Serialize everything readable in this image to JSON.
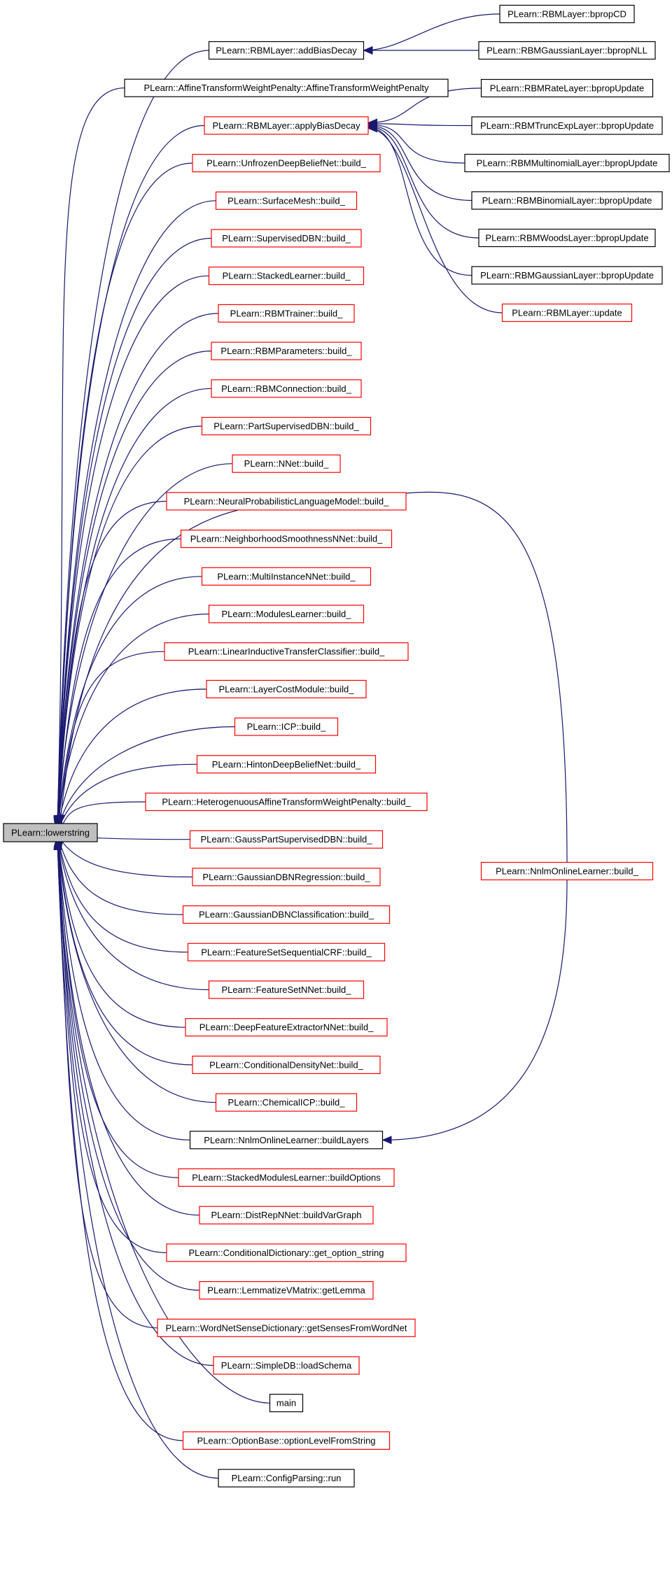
{
  "root": {
    "label": "PLearn::lowerstring",
    "fill": "#bfbfbf",
    "stroke": "#000000"
  },
  "colors": {
    "edge": "#191970",
    "black_border": "#000000",
    "red_border": "#ff0000",
    "background": "#ffffff"
  },
  "callers": [
    {
      "label": "PLearn::RBMLayer::addBiasDecay",
      "border": "black"
    },
    {
      "label": "PLearn::AffineTransformWeightPenalty::AffineTransformWeightPenalty",
      "border": "black"
    },
    {
      "label": "PLearn::RBMLayer::applyBiasDecay",
      "border": "red"
    },
    {
      "label": "PLearn::UnfrozenDeepBeliefNet::build_",
      "border": "red"
    },
    {
      "label": "PLearn::SurfaceMesh::build_",
      "border": "red"
    },
    {
      "label": "PLearn::SupervisedDBN::build_",
      "border": "red"
    },
    {
      "label": "PLearn::StackedLearner::build_",
      "border": "red"
    },
    {
      "label": "PLearn::RBMTrainer::build_",
      "border": "red"
    },
    {
      "label": "PLearn::RBMParameters::build_",
      "border": "red"
    },
    {
      "label": "PLearn::RBMConnection::build_",
      "border": "red"
    },
    {
      "label": "PLearn::PartSupervisedDBN::build_",
      "border": "red"
    },
    {
      "label": "PLearn::NNet::build_",
      "border": "red"
    },
    {
      "label": "PLearn::NeuralProbabilisticLanguageModel::build_",
      "border": "red"
    },
    {
      "label": "PLearn::NeighborhoodSmoothnessNNet::build_",
      "border": "red"
    },
    {
      "label": "PLearn::MultiInstanceNNet::build_",
      "border": "red"
    },
    {
      "label": "PLearn::ModulesLearner::build_",
      "border": "red"
    },
    {
      "label": "PLearn::LinearInductiveTransferClassifier::build_",
      "border": "red"
    },
    {
      "label": "PLearn::LayerCostModule::build_",
      "border": "red"
    },
    {
      "label": "PLearn::ICP::build_",
      "border": "red"
    },
    {
      "label": "PLearn::HintonDeepBeliefNet::build_",
      "border": "red"
    },
    {
      "label": "PLearn::HeterogenuousAffineTransformWeightPenalty::build_",
      "border": "red"
    },
    {
      "label": "PLearn::GaussPartSupervisedDBN::build_",
      "border": "red"
    },
    {
      "label": "PLearn::GaussianDBNRegression::build_",
      "border": "red"
    },
    {
      "label": "PLearn::GaussianDBNClassification::build_",
      "border": "red"
    },
    {
      "label": "PLearn::FeatureSetSequentialCRF::build_",
      "border": "red"
    },
    {
      "label": "PLearn::FeatureSetNNet::build_",
      "border": "red"
    },
    {
      "label": "PLearn::DeepFeatureExtractorNNet::build_",
      "border": "red"
    },
    {
      "label": "PLearn::ConditionalDensityNet::build_",
      "border": "red"
    },
    {
      "label": "PLearn::ChemicalICP::build_",
      "border": "red"
    },
    {
      "label": "PLearn::NnlmOnlineLearner::buildLayers",
      "border": "black"
    },
    {
      "label": "PLearn::StackedModulesLearner::buildOptions",
      "border": "red"
    },
    {
      "label": "PLearn::DistRepNNet::buildVarGraph",
      "border": "red"
    },
    {
      "label": "PLearn::ConditionalDictionary::get_option_string",
      "border": "red"
    },
    {
      "label": "PLearn::LemmatizeVMatrix::getLemma",
      "border": "red"
    },
    {
      "label": "PLearn::WordNetSenseDictionary::getSensesFromWordNet",
      "border": "red"
    },
    {
      "label": "PLearn::SimpleDB::loadSchema",
      "border": "red"
    },
    {
      "label": "main",
      "border": "black"
    },
    {
      "label": "PLearn::OptionBase::optionLevelFromString",
      "border": "red"
    },
    {
      "label": "PLearn::ConfigParsing::run",
      "border": "black"
    }
  ],
  "add_bias_callers": [
    {
      "label": "PLearn::RBMLayer::bpropCD",
      "border": "black"
    },
    {
      "label": "PLearn::RBMGaussianLayer::bpropNLL",
      "border": "black"
    }
  ],
  "apply_bias_callers": [
    {
      "label": "PLearn::RBMRateLayer::bpropUpdate",
      "border": "black"
    },
    {
      "label": "PLearn::RBMTruncExpLayer::bpropUpdate",
      "border": "black"
    },
    {
      "label": "PLearn::RBMMultinomialLayer::bpropUpdate",
      "border": "black"
    },
    {
      "label": "PLearn::RBMBinomialLayer::bpropUpdate",
      "border": "black"
    },
    {
      "label": "PLearn::RBMWoodsLayer::bpropUpdate",
      "border": "black"
    },
    {
      "label": "PLearn::RBMGaussianLayer::bpropUpdate",
      "border": "black"
    },
    {
      "label": "PLearn::RBMLayer::update",
      "border": "red"
    }
  ],
  "build_layers_caller": {
    "label": "PLearn::NnlmOnlineLearner::build_",
    "border": "red"
  }
}
